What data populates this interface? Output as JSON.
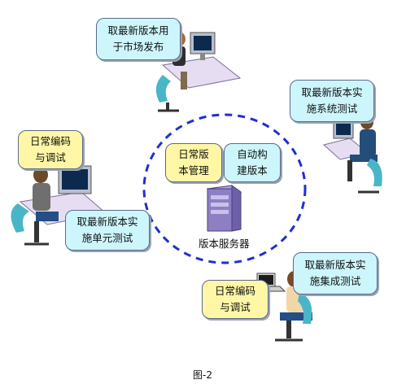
{
  "nodes": {
    "top_center": "取最新版本用\n于市场发布",
    "right_system": "取最新版本实\n施系统测试",
    "left_daily": "日常编码\n与调试",
    "left_unit": "取最新版本实\n施单元测试",
    "center_manage": "日常版\n本管理",
    "center_build": "自动构\n建版本",
    "server_label": "版本服务器",
    "right_integration": "取最新版本实\n施集成测试",
    "bottom_daily": "日常编码\n与调试"
  },
  "caption": "图-2",
  "colors": {
    "circle": "#1f2fd1",
    "cyan_box": "#ccf6fb",
    "yellow_box": "#fff7a6",
    "server": "#8e7fc4"
  },
  "icons": [
    "person-at-computer-icon",
    "server-tower-icon",
    "laptop-icon"
  ]
}
